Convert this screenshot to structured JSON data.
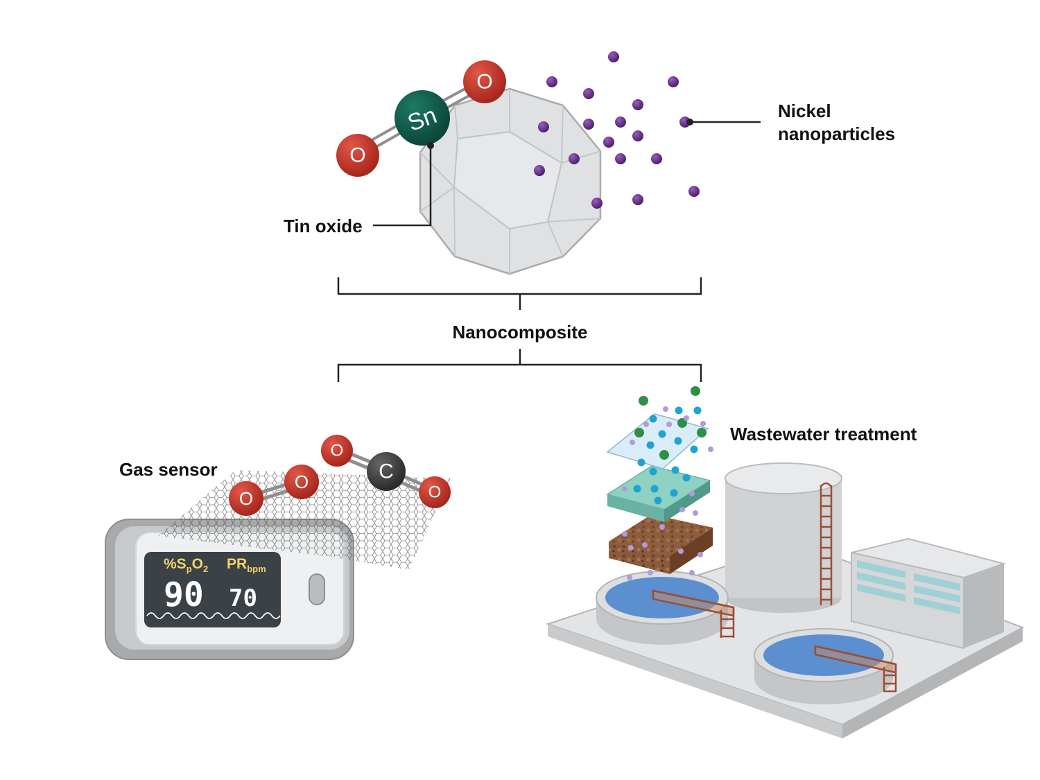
{
  "labels": {
    "nickel": [
      "Nickel",
      "nanoparticles"
    ],
    "tin_oxide": "Tin oxide",
    "nanocomposite": "Nanocomposite",
    "gas_sensor": "Gas sensor",
    "wastewater": "Wastewater treatment"
  },
  "atoms": {
    "tin": "Sn",
    "oxygen": "O",
    "carbon": "C"
  },
  "oximeter": {
    "spo2_label_prefix": "%S",
    "spo2_label_sub1": "p",
    "spo2_label_mid": "O",
    "spo2_label_sub2": "2",
    "pr_label": "PR",
    "pr_label_sub": "bpm",
    "spo2_value": "90",
    "pr_value": "70"
  },
  "colors": {
    "oxygen": "#c0392b",
    "tin": "#0f5a4a",
    "carbon": "#3d3d3d",
    "nickel": "#6a2f8a",
    "water": "#5b8fcf",
    "lcd": "#3a4147",
    "lcd_header": "#f3d36b"
  }
}
